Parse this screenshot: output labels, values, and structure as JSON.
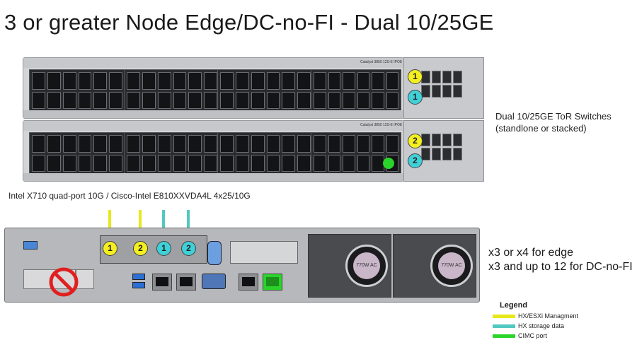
{
  "title": "3 or greater Node Edge/DC-no-FI - Dual 10/25GE",
  "switch_label": {
    "line1": "Dual 10/25GE ToR Switches",
    "line2": "(standlone or stacked)"
  },
  "nic_label": "Intel X710 quad-port 10G / Cisco-Intel E810XXVDA4L 4x25/10G",
  "server_label": {
    "line1": "x3 or x4 for edge",
    "line2": "x3 and up to 12 for DC-no-FI"
  },
  "switch_badges": {
    "top_yellow": "1",
    "top_cyan": "1",
    "bottom_yellow": "2",
    "bottom_cyan": "2"
  },
  "nic_badges": [
    "1",
    "2",
    "1",
    "2"
  ],
  "switch_model_text": "Catalyst 3850 12S-E IPOE",
  "psu_rating": "770W AC",
  "legend": {
    "title": "Legend",
    "items": [
      {
        "label": "HX/ESXi Managment",
        "color": "#e8e81a"
      },
      {
        "label": "HX storage data",
        "color": "#52c8c0"
      },
      {
        "label": "CIMC port",
        "color": "#2ad42a"
      }
    ]
  },
  "colors": {
    "mgmt": "#f4ef20",
    "storage": "#3fd0d8",
    "cimc": "#2ad42a",
    "no_symbol": "#e02020"
  }
}
